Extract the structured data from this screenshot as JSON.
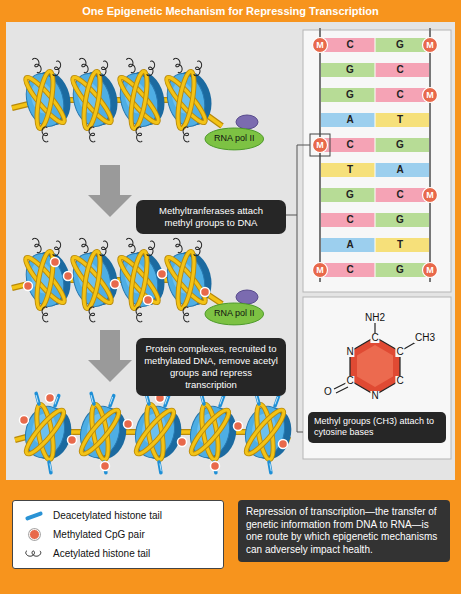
{
  "diagram": {
    "title": "One Epigenetic Mechanism for Repressing Transcription",
    "nodes": [
      {
        "text": [
          "RNA pol II"
        ]
      },
      {
        "text": [
          "Methyltranferases attach methyl groups to DNA"
        ]
      },
      {
        "text": [
          "RNA pol II"
        ]
      },
      {
        "text": [
          "Protein complexes, recruited to methylated DNA, remove acetyl groups and repress transcription"
        ]
      },
      {
        "text": [
          "Methyl groups (CH3) attach to cytosine bases"
        ]
      },
      {
        "text": [
          "Repression of transcription—the transfer of genetic information from DNA to RNA—is one route by which epigenetic mechanisms can adversely impact health."
        ]
      }
    ],
    "labels": [
      "M",
      "C",
      "G",
      "M",
      "G",
      "C",
      "G",
      "C",
      "M",
      "A",
      "T",
      "M",
      "C",
      "G",
      "T",
      "A",
      "G",
      "C",
      "M",
      "C",
      "G",
      "A",
      "T",
      "M",
      "C",
      "G",
      "M",
      "NH2",
      "C",
      "N",
      "C",
      "CH3",
      "C",
      "C",
      "N",
      "O"
    ],
    "legend": [
      {
        "text": "Deacetylated histone tail",
        "color": "#2a93d5"
      },
      {
        "text": "Methylated CpG pair",
        "color": "#e8694b"
      },
      {
        "text": "Acetylated histone tail"
      }
    ]
  }
}
